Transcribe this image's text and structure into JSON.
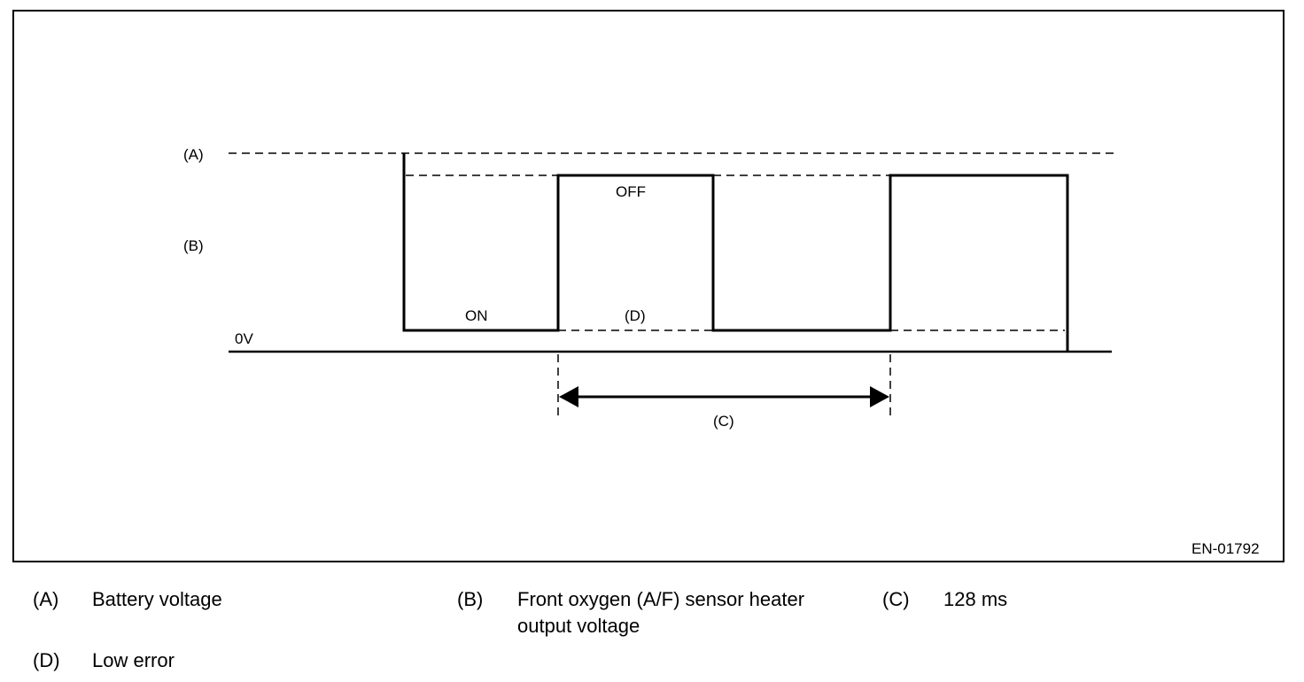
{
  "diagram": {
    "figure_id": "EN-01792",
    "labels": {
      "A": "(A)",
      "B": "(B)",
      "C": "(C)",
      "D": "(D)",
      "zero": "0V",
      "on": "ON",
      "off": "OFF"
    }
  },
  "legend": [
    {
      "key": "(A)",
      "text": "Battery voltage"
    },
    {
      "key": "(B)",
      "text": "Front oxygen (A/F) sensor heater output voltage"
    },
    {
      "key": "(C)",
      "text": "128 ms"
    },
    {
      "key": "(D)",
      "text": "Low error"
    }
  ]
}
